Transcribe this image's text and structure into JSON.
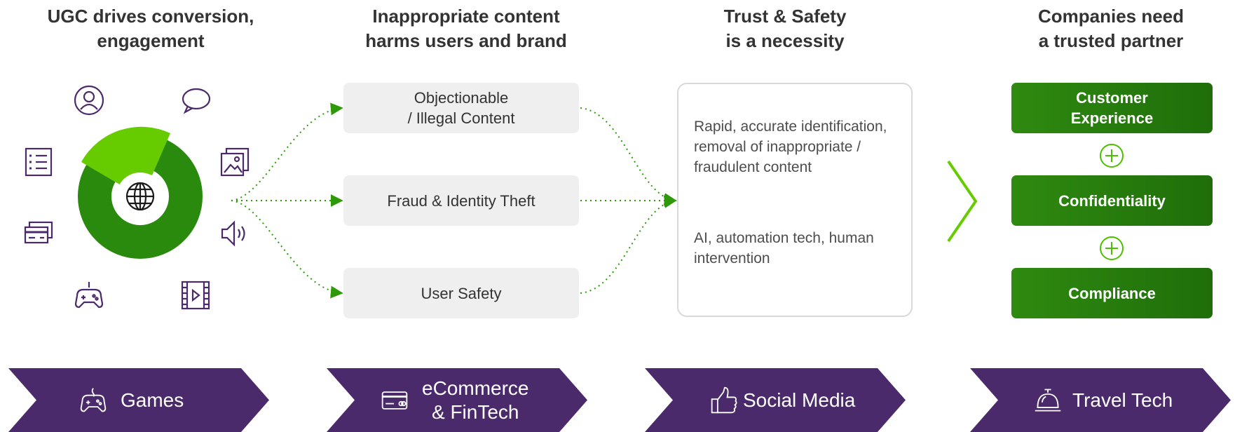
{
  "columns": [
    {
      "title_lines": [
        "UGC drives conversion,",
        "engagement"
      ]
    },
    {
      "title_lines": [
        "Inappropriate content",
        "harms users and brand"
      ]
    },
    {
      "title_lines": [
        "Trust & Safety",
        "is a necessity"
      ]
    },
    {
      "title_lines": [
        "Companies need",
        "a trusted partner"
      ]
    }
  ],
  "harms": [
    {
      "lines": [
        "Objectionable",
        "/ Illegal Content"
      ]
    },
    {
      "lines": [
        "Fraud & Identity Theft"
      ]
    },
    {
      "lines": [
        "User Safety"
      ]
    }
  ],
  "trust_safety": {
    "paragraph_1": "Rapid, accurate identification, removal of inappropriate / fraudulent content",
    "paragraph_2": "AI, automation tech, human intervention"
  },
  "needs": [
    {
      "lines": [
        "Customer",
        "Experience"
      ]
    },
    {
      "lines": [
        "Confidentiality"
      ]
    },
    {
      "lines": [
        "Compliance"
      ]
    }
  ],
  "industries": [
    {
      "icon": "gamepad-icon",
      "lines": [
        "Games"
      ]
    },
    {
      "icon": "credit-card-icon",
      "lines": [
        "eCommerce",
        "& FinTech"
      ]
    },
    {
      "icon": "thumbs-up-icon",
      "lines": [
        "Social Media"
      ]
    },
    {
      "icon": "service-bell-icon",
      "lines": [
        "Travel Tech"
      ]
    }
  ],
  "ugc_icons": [
    "user-icon",
    "chat-bubble-icon",
    "image-gallery-icon",
    "speaker-icon",
    "video-icon",
    "gamepad-icon",
    "credit-card-icon",
    "checklist-icon",
    "globe-icon"
  ],
  "colors": {
    "purple": "#4b2a6b",
    "green_dark": "#2a8a0e",
    "green_light": "#66cc00",
    "dotted_green": "#2e9a0a",
    "text_dark": "#333333",
    "box_gray": "#efefef"
  }
}
